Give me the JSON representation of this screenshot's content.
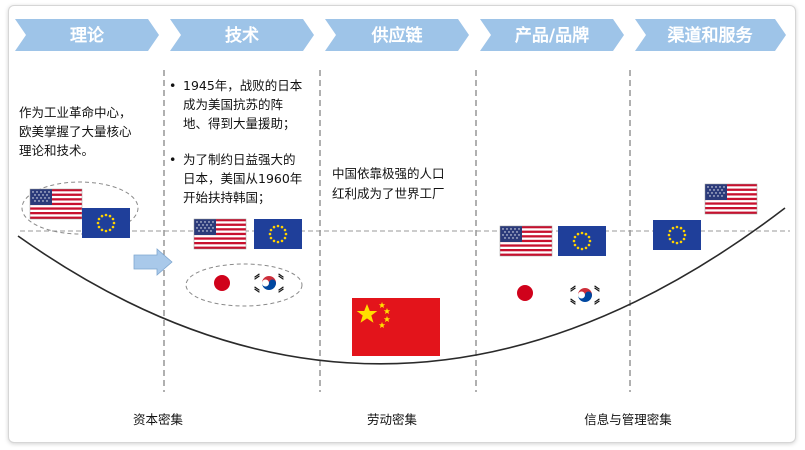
{
  "stages": [
    "理论",
    "技术",
    "供应链",
    "产品/品牌",
    "渠道和服务"
  ],
  "texts": {
    "theory": [
      "作为工业革命中心，",
      "欧美掌握了大量核心",
      "理论和技术。"
    ],
    "tech_1": [
      "1945年，战败的日本",
      "成为美国抗苏的阵",
      "地、得到大量援助；"
    ],
    "tech_2": [
      "为了制约日益强大的",
      "日本，美国从1960年",
      "开始扶持韩国；"
    ],
    "supply": [
      "中国依靠极强的人口",
      "红利成为了世界工厂"
    ]
  },
  "bottom_labels": [
    "资本密集",
    "劳动密集",
    "信息与管理密集"
  ],
  "colors": {
    "chevron": "#9ec4e8",
    "divider": "#6f6f6f",
    "curve": "#2a2a2a",
    "arrow": "#a9c9ea"
  },
  "flags": [
    "us-flag",
    "eu-flag",
    "japan-flag",
    "korea-flag",
    "china-flag"
  ]
}
